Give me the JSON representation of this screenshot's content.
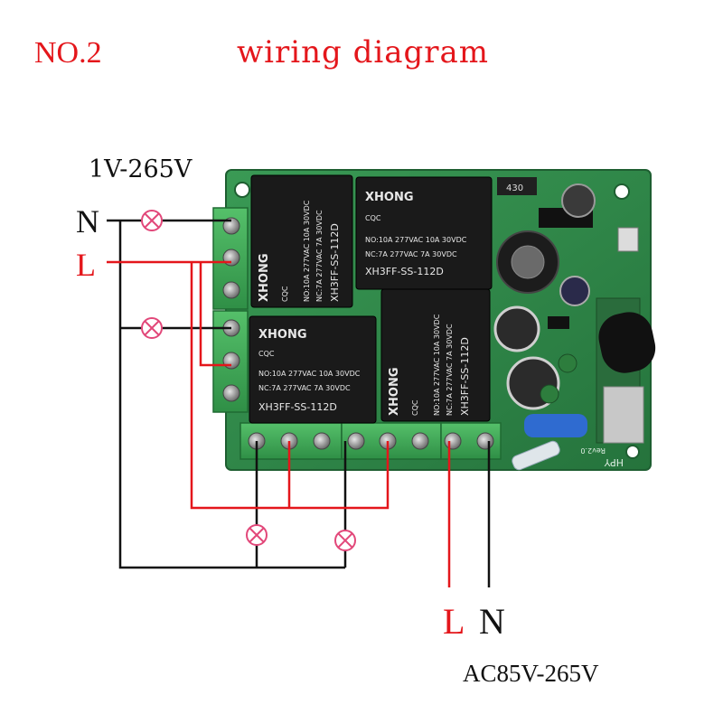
{
  "title": {
    "number": "NO.2",
    "text": "wiring diagram"
  },
  "load_voltage": "1V-265V",
  "supply_voltage": "AC85V-265V",
  "labels": {
    "neutral_left": "N",
    "live_left": "L",
    "live_bottom": "L",
    "neutral_bottom": "N"
  },
  "relays": [
    {
      "brand": "XHONG",
      "cert": "CQC",
      "line1": "NO:10A 277VAC 10A 30VDC",
      "line2": "NC:7A 277VAC 7A 30VDC",
      "model": "XH3FF-SS-112D"
    },
    {
      "brand": "XHONG",
      "cert": "CQC",
      "line1": "NO:10A 277VAC 10A 30VDC",
      "line2": "NC:7A 277VAC 7A 30VDC",
      "model": "XH3FF-SS-112D"
    },
    {
      "brand": "XHONG",
      "cert": "CQC",
      "line1": "NO:10A 277VAC 10A 30VDC",
      "line2": "NC:7A 277VAC 7A 30VDC",
      "model": "XH3FF-SS-112D"
    },
    {
      "brand": "XHONG",
      "cert": "CQC",
      "line1": "NO:10A 277VAC 10A 30VDC",
      "line2": "NC:7A 277VAC 7A 30VDC",
      "model": "XH3FF-SS-112D"
    }
  ],
  "board": {
    "resistor_code": "430",
    "silk_brand": "HPY",
    "silk_rev": "Rev2.0"
  },
  "colors": {
    "live_wire": "#e4161b",
    "neutral_wire": "#111111",
    "pcb": "#2f8a4a",
    "terminal": "#3aa64f",
    "relay": "#1a1a1a",
    "lamp": "#e2487a"
  }
}
